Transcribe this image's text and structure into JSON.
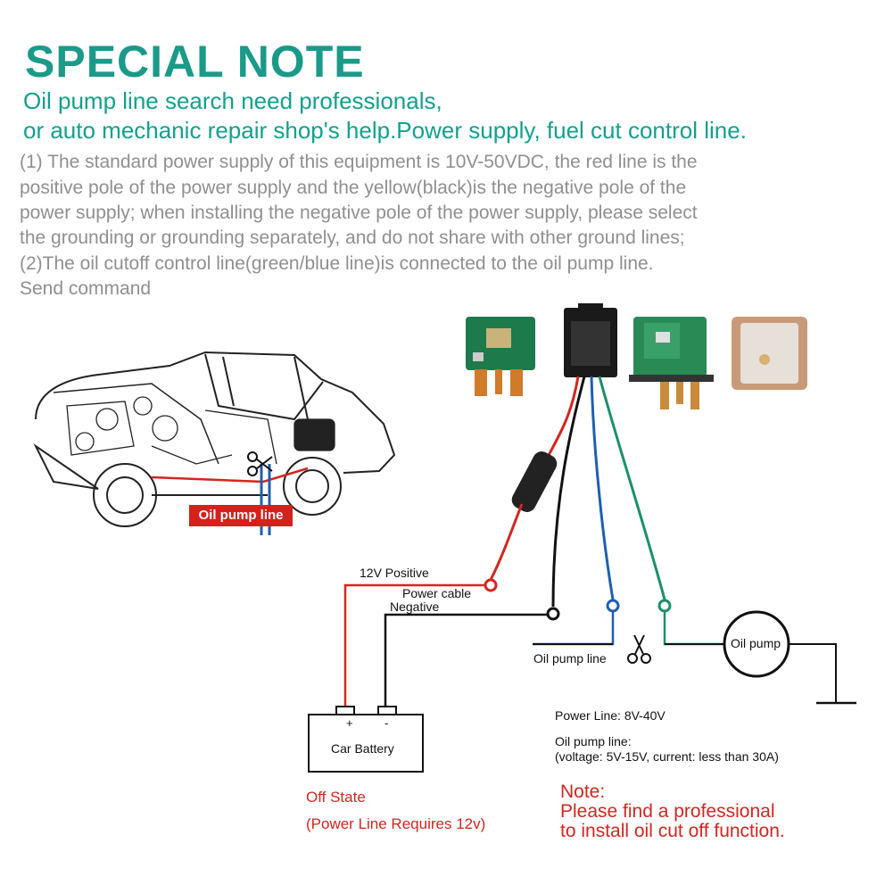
{
  "header": {
    "title": "SPECIAL NOTE",
    "subtitle_line1": "Oil pump line search need professionals,",
    "subtitle_line2": "or auto mechanic repair shop's help.Power supply, fuel cut control line."
  },
  "body_text": [
    "(1) The standard power supply of this equipment is 10V-50VDC, the red line is the",
    "positive pole of the power supply and the yellow(black)is the negative pole of the",
    "power supply; when installing the negative pole of the power supply, please select",
    "the grounding or grounding separately, and do not share with other ground lines;",
    "(2)The oil cutoff control line(green/blue line)is connected to the oil pump line.",
    "Send command"
  ],
  "diagram": {
    "car_tag": "Oil pump line",
    "positive_label": "12V Positive",
    "power_cable_label": "Power cable",
    "negative_label": "Negative",
    "oil_pump_line_label": "Oil pump line",
    "oil_pump_label": "Oil pump",
    "battery_label": "Car Battery",
    "battery_plus": "+",
    "battery_minus": "-",
    "power_line_spec": "Power Line: 8V-40V",
    "oil_pump_spec_line1": "Oil pump line:",
    "oil_pump_spec_line2": "(voltage: 5V-15V, current: less than 30A)",
    "off_state": "Off State",
    "off_state_note": "(Power Line Requires 12v)",
    "note_line1": "Note:",
    "note_line2": "Please find a professional",
    "note_line3": "to install oil cut off function."
  },
  "colors": {
    "title": "#1a9a88",
    "red_wire": "#d3261f",
    "blue_wire": "#1f5fb0",
    "green_wire": "#1c8f6a",
    "black_wire": "#111111"
  }
}
